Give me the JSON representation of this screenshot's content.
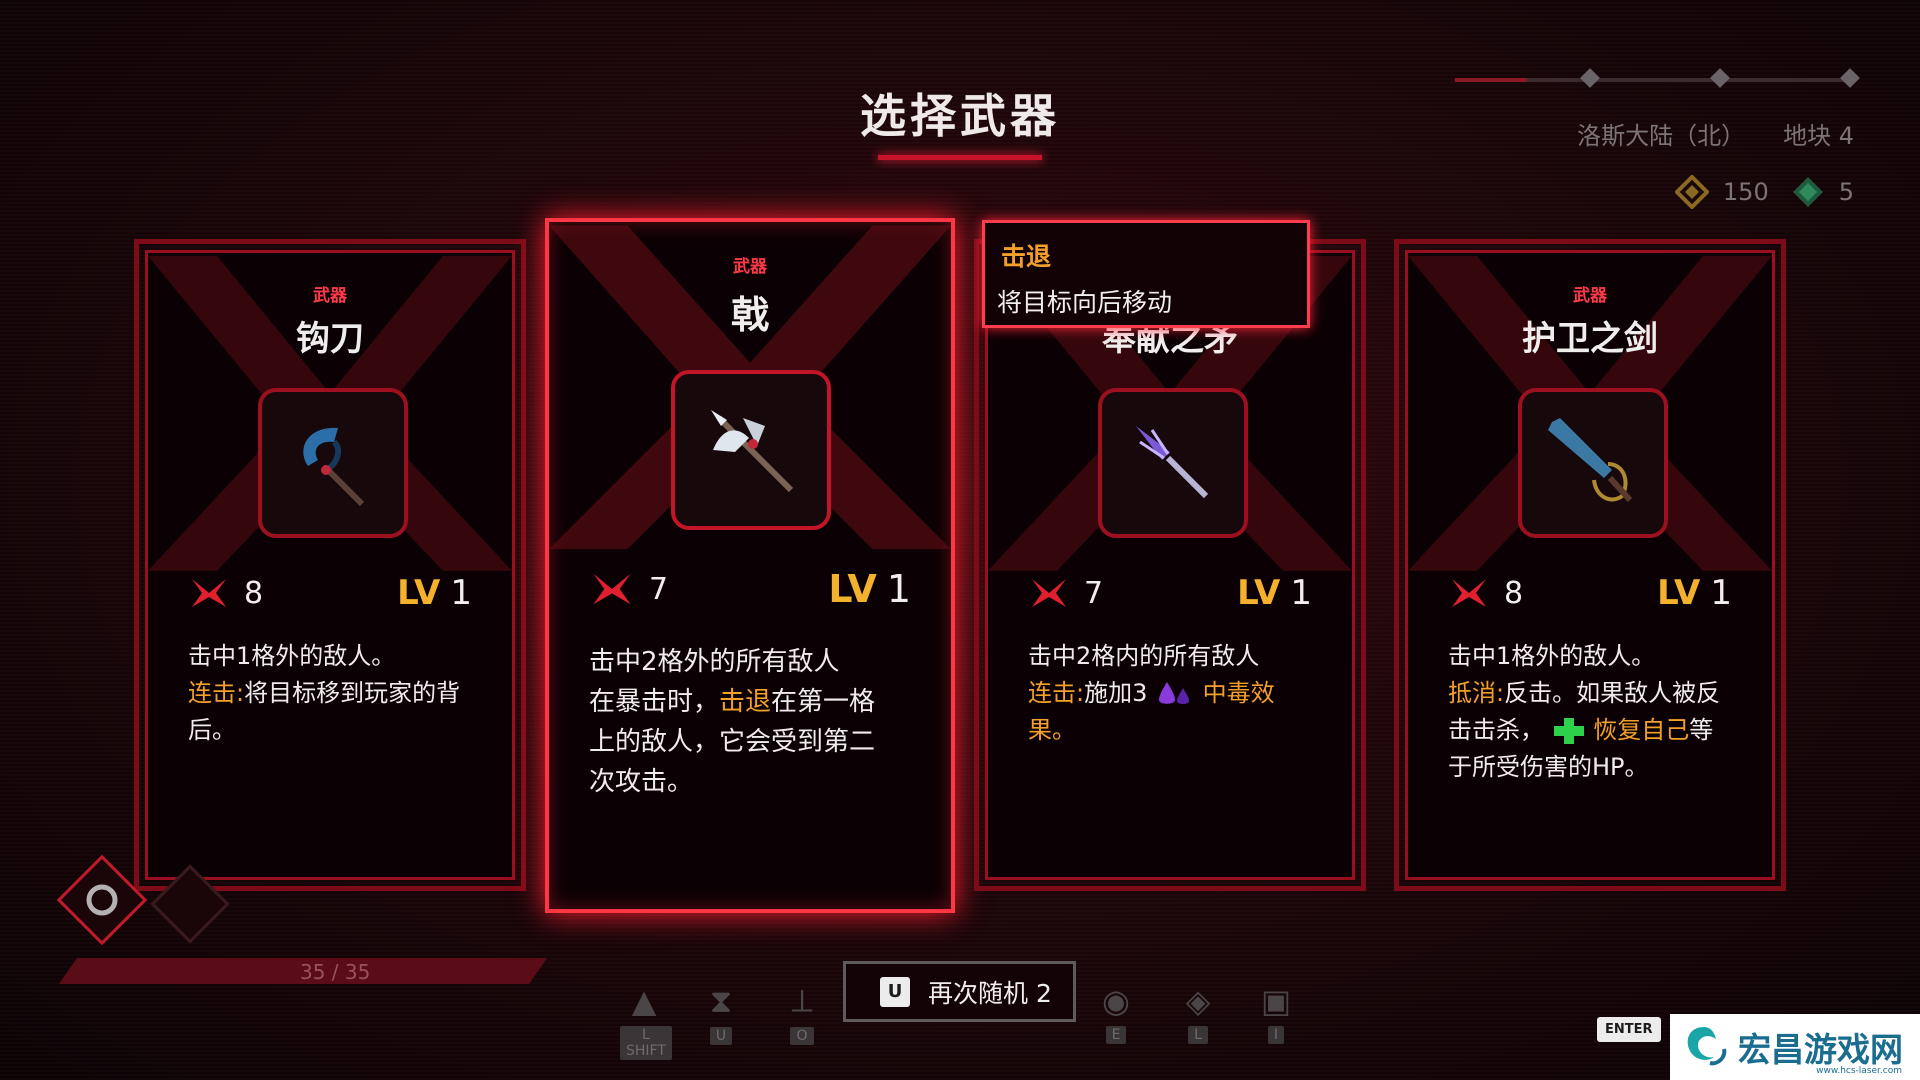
{
  "header": {
    "title": "选择武器"
  },
  "location": {
    "region": "洛斯大陆（北）",
    "plot": "地块 4"
  },
  "currency": {
    "gold": "150",
    "shards": "5"
  },
  "cards": [
    {
      "tag": "武器",
      "name": "钩刀",
      "icon": "hook-blade-icon",
      "damage": "8",
      "lv_label": "LV",
      "lv": "1",
      "desc": [
        "击中1格外的敌人。",
        "连击:",
        "将目标移到玩家的背",
        "后。"
      ]
    },
    {
      "tag": "武器",
      "name": "戟",
      "icon": "halberd-icon",
      "damage": "7",
      "lv_label": "LV",
      "lv": "1",
      "desc": [
        "击中2格外的所有敌人",
        "在暴击时，",
        "击退",
        "在第一格",
        "上的敌人，它会受到第二",
        "次攻击。"
      ]
    },
    {
      "tag": "武器",
      "name": "奉献之矛",
      "icon": "spear-icon",
      "damage": "7",
      "lv_label": "LV",
      "lv": "1",
      "desc": [
        "击中2格内的所有敌人",
        "连击:",
        "施加3",
        "中毒效",
        "果。"
      ]
    },
    {
      "tag": "武器",
      "name": "护卫之剑",
      "icon": "guard-sword-icon",
      "damage": "8",
      "lv_label": "LV",
      "lv": "1",
      "desc": [
        "击中1格外的敌人。",
        "抵消:",
        "反击。如果敌人被反",
        "击击杀，",
        "恢复自己",
        "等",
        "于所受伤害的HP。"
      ]
    }
  ],
  "tooltip": {
    "title": "击退",
    "text": "将目标向后移动"
  },
  "player": {
    "hp": "35 / 35"
  },
  "reroll": {
    "key": "U",
    "label": "再次随机 2"
  },
  "toolbar": [
    {
      "icon": "dash-icon",
      "key": "L SHIFT"
    },
    {
      "icon": "hourglass-icon",
      "key": "U"
    },
    {
      "icon": "sword-stand-icon",
      "key": "O"
    },
    {
      "icon": "eye-icon",
      "key": "E"
    },
    {
      "icon": "map-icon",
      "key": "L"
    },
    {
      "icon": "chest-icon",
      "key": "I"
    }
  ],
  "enter_key": "ENTER",
  "watermark": {
    "name": "宏昌游戏网",
    "url": "www.hcs-laser.com"
  },
  "colors": {
    "accent": "#ff3644",
    "keyword": "#f3a02a",
    "level": "#f3b12d",
    "background": "#1d0609"
  }
}
